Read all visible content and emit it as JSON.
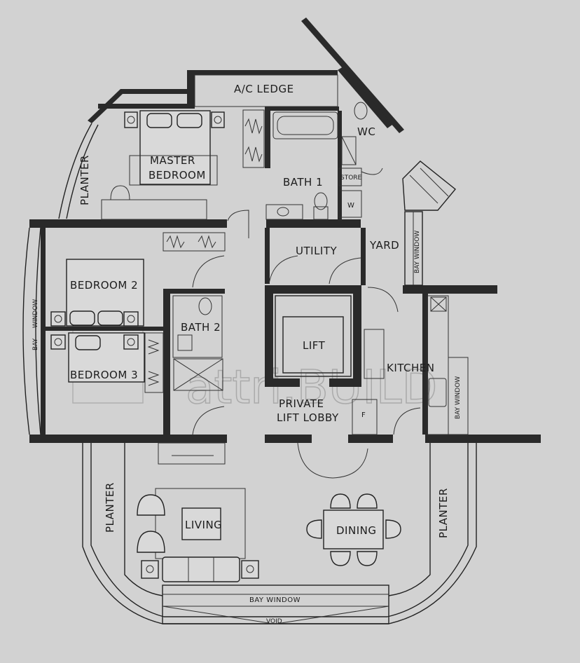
{
  "rooms": {
    "ac_ledge": "A/C LEDGE",
    "master_bedroom_1": "MASTER",
    "master_bedroom_2": "BEDROOM",
    "planter_top": "PLANTER",
    "wc": "WC",
    "bath1": "BATH 1",
    "store": "STORE",
    "w": "W",
    "yard": "YARD",
    "utility": "UTILITY",
    "bay_window_right": "BAY WINDOW",
    "bedroom2": "BEDROOM 2",
    "bay_window_left_1": "WINDOW",
    "bay_window_left_2": "BAY",
    "bath2": "BATH 2",
    "bedroom3": "BEDROOM 3",
    "lift": "LIFT",
    "kitchen": "KITCHEN",
    "private_lobby_1": "PRIVATE",
    "private_lobby_2": "LIFT LOBBY",
    "fridge": "F",
    "bay_window_kitchen": "BAY WINDOW",
    "planter_left": "PLANTER",
    "living": "LIVING",
    "dining": "DINING",
    "planter_right": "PLANTER",
    "bay_window_bottom": "BAY WINDOW",
    "void": "VOID"
  },
  "watermark": "attri.BUILD"
}
